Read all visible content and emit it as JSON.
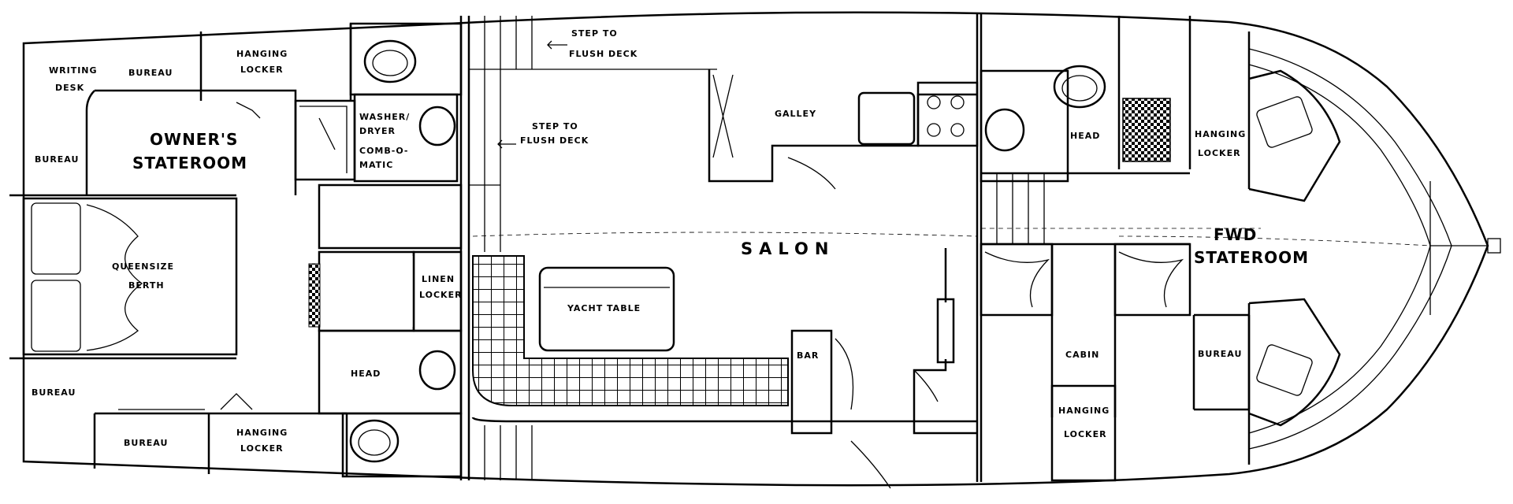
{
  "title": "",
  "labels": {
    "writing_desk": [
      "WRITING",
      "DESK"
    ],
    "bureau_top": "BUREAU",
    "hanging_locker_aft_top": [
      "HANGING",
      "LOCKER"
    ],
    "owners_stateroom": [
      "OWNER'S",
      "STATEROOM"
    ],
    "bureau_left": "BUREAU",
    "queensize_berth": [
      "QUEENSIZE",
      "BERTH"
    ],
    "bureau_lower_left": "BUREAU",
    "bureau_bottom": "BUREAU",
    "hanging_locker_aft_bottom": [
      "HANGING",
      "LOCKER"
    ],
    "washer_dryer": [
      "WASHER/",
      "DRYER",
      "COMB-O-",
      "MATIC"
    ],
    "linen_locker": [
      "LINEN",
      "LOCKER"
    ],
    "head_aft": "HEAD",
    "step_flush_deck_top": [
      "STEP  TO",
      "FLUSH DECK"
    ],
    "step_flush_deck_mid": [
      "STEP  TO",
      "FLUSH DECK"
    ],
    "galley": "GALLEY",
    "salon": "SALON",
    "yacht_table": "YACHT  TABLE",
    "bar": "BAR",
    "head_fwd": "HEAD",
    "hanging_locker_fwd": [
      "HANGING",
      "LOCKER"
    ],
    "fwd_stateroom": [
      "FWD",
      "STATEROOM"
    ],
    "cabin": "CABIN",
    "bureau_fwd": "BUREAU",
    "hanging_locker_cabin": [
      "HANGING",
      "LOCKER"
    ]
  }
}
